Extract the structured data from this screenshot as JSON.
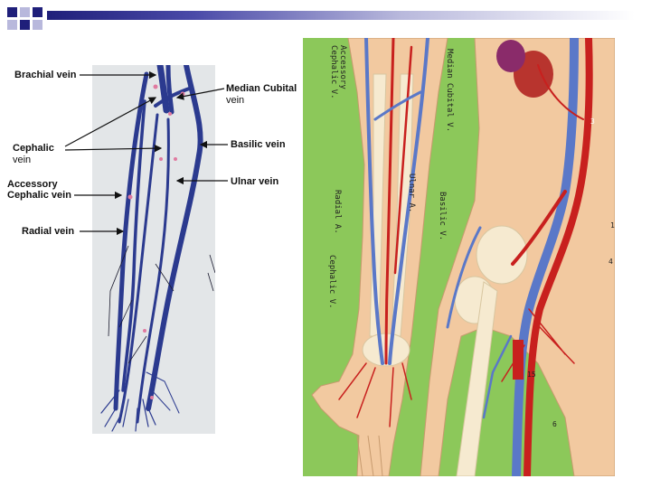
{
  "left_labels": {
    "brachial": "Brachial vein",
    "median_cubital_1": "Median Cubital",
    "median_cubital_2": "vein",
    "cephalic_1": "Cephalic",
    "cephalic_2": "vein",
    "basilic": "Basilic vein",
    "accessory_1": "Accessory",
    "accessory_2": "Cephalic vein",
    "ulnar": "Ulnar vein",
    "radial": "Radial vein"
  },
  "model_labels": {
    "accessory_a": "Accessory",
    "accessory_b": "Cephalic V.",
    "median_cubital": "Median Cubital V.",
    "ulnar_a": "Ulnar A.",
    "radial_a": "Radial A.",
    "basilic_v": "Basilic V.",
    "cephalic_v": "Cephalic V.",
    "num_3": "3",
    "num_1": "1",
    "num_4": "4",
    "num_15": "15",
    "num_6": "6"
  },
  "colors": {
    "navy": "#1f1f7a",
    "vein_blue": "#2b3a8f",
    "artery_red": "#c8201e",
    "model_vein": "#5a78c8",
    "skin": "#f2c9a0",
    "bone": "#f6ead0",
    "background_green": "#8cc85a"
  }
}
